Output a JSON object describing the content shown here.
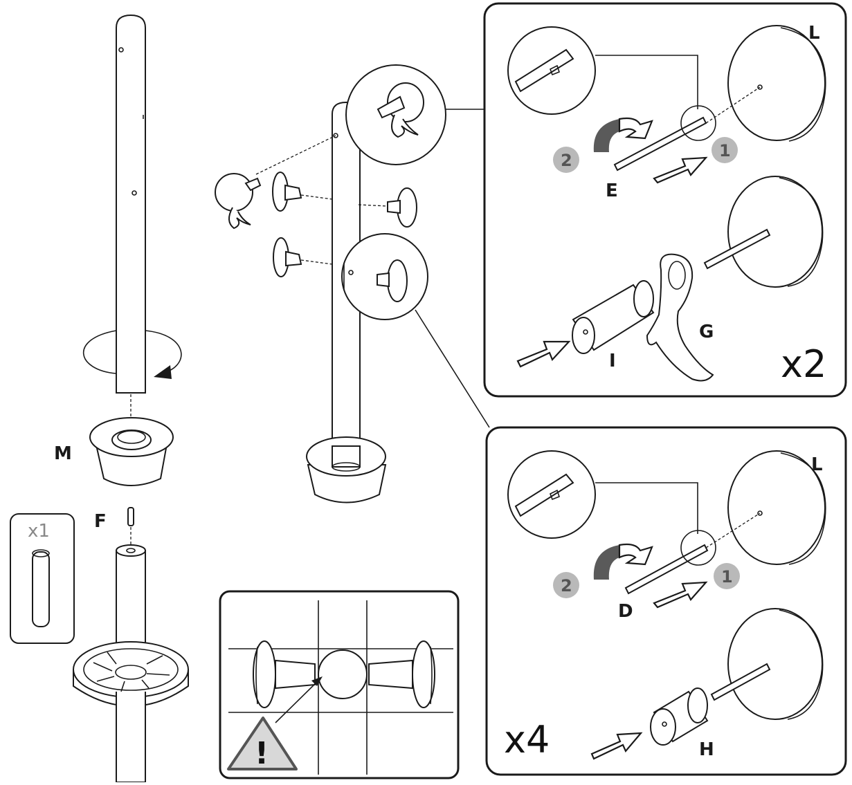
{
  "labels": {
    "M": "M",
    "F": "F",
    "E": "E",
    "D": "D",
    "L_top": "L",
    "L_bottom": "L",
    "G": "G",
    "I": "I",
    "H": "H"
  },
  "multipliers": {
    "f_count": "x1",
    "top_panel": "x2",
    "bottom_panel": "x4"
  },
  "steps": {
    "top_step_1": "1",
    "top_step_2": "2",
    "bottom_step_1": "1",
    "bottom_step_2": "2"
  },
  "warning": {
    "symbol": "!",
    "icon": "warning-triangle-icon"
  },
  "colors": {
    "line": "#1a1a1a",
    "step_badge": "#b9b9b9",
    "rotate_arrow": "#5a5a5a",
    "warning_fill": "#d8d8d8"
  }
}
